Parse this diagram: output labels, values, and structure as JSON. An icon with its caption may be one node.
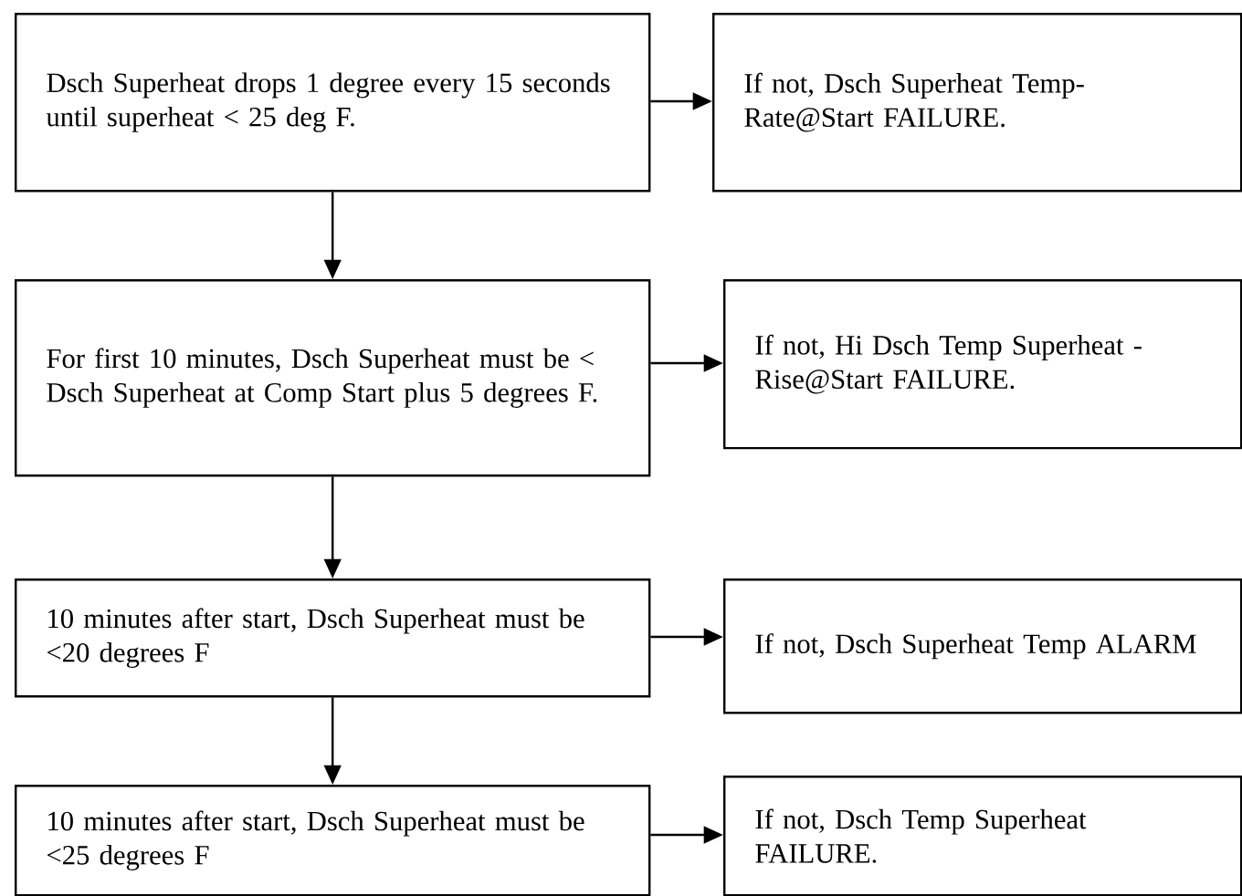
{
  "diagram": {
    "nodes": [
      {
        "text": [
          "Dsch Superheat drops 1 degree every 15 seconds until superheat < 25 deg F."
        ]
      },
      {
        "text": [
          "If not, Dsch Superheat Temp-Rate@Start FAILURE."
        ]
      },
      {
        "text": [
          "For first 10 minutes, Dsch Superheat must be < Dsch Superheat at Comp Start plus 5 degrees F."
        ]
      },
      {
        "text": [
          "If not, Hi Dsch Temp Superheat -Rise@Start FAILURE."
        ]
      },
      {
        "text": [
          "10 minutes after start, Dsch Superheat must be <20 degrees F"
        ]
      },
      {
        "text": [
          "If not, Dsch Superheat Temp ALARM"
        ]
      },
      {
        "text": [
          "10 minutes after start, Dsch Superheat must be <25 degrees F"
        ]
      },
      {
        "text": [
          "If not, Dsch Temp Superheat FAILURE."
        ]
      }
    ],
    "edges": [
      {
        "from": 0,
        "to": 1,
        "arrow": "to"
      },
      {
        "from": 0,
        "to": 2,
        "arrow": "to"
      },
      {
        "from": 2,
        "to": 3,
        "arrow": "to"
      },
      {
        "from": 2,
        "to": 4,
        "arrow": "to"
      },
      {
        "from": 4,
        "to": 5,
        "arrow": "to"
      },
      {
        "from": 4,
        "to": 6,
        "arrow": "to"
      },
      {
        "from": 6,
        "to": 7,
        "arrow": "to"
      }
    ]
  }
}
